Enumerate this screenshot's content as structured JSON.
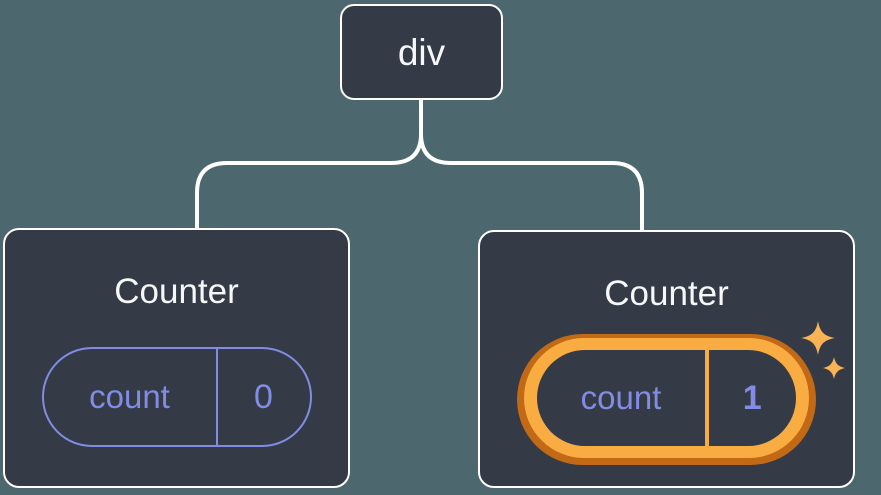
{
  "root_node": {
    "label": "div"
  },
  "counters": [
    {
      "title": "Counter",
      "state_key": "count",
      "state_value": "0",
      "highlighted": false
    },
    {
      "title": "Counter",
      "state_key": "count",
      "state_value": "1",
      "highlighted": true
    }
  ],
  "colors": {
    "background": "#4C676E",
    "node_fill": "#343A46",
    "node_border": "#FFFFFF",
    "line": "#FFFFFF",
    "title_text": "#F6F7F9",
    "state_accent": "#828CE4",
    "highlight_outer": "#C16914",
    "highlight_inner": "#F8AC42",
    "sparkle": "#F8B355"
  }
}
